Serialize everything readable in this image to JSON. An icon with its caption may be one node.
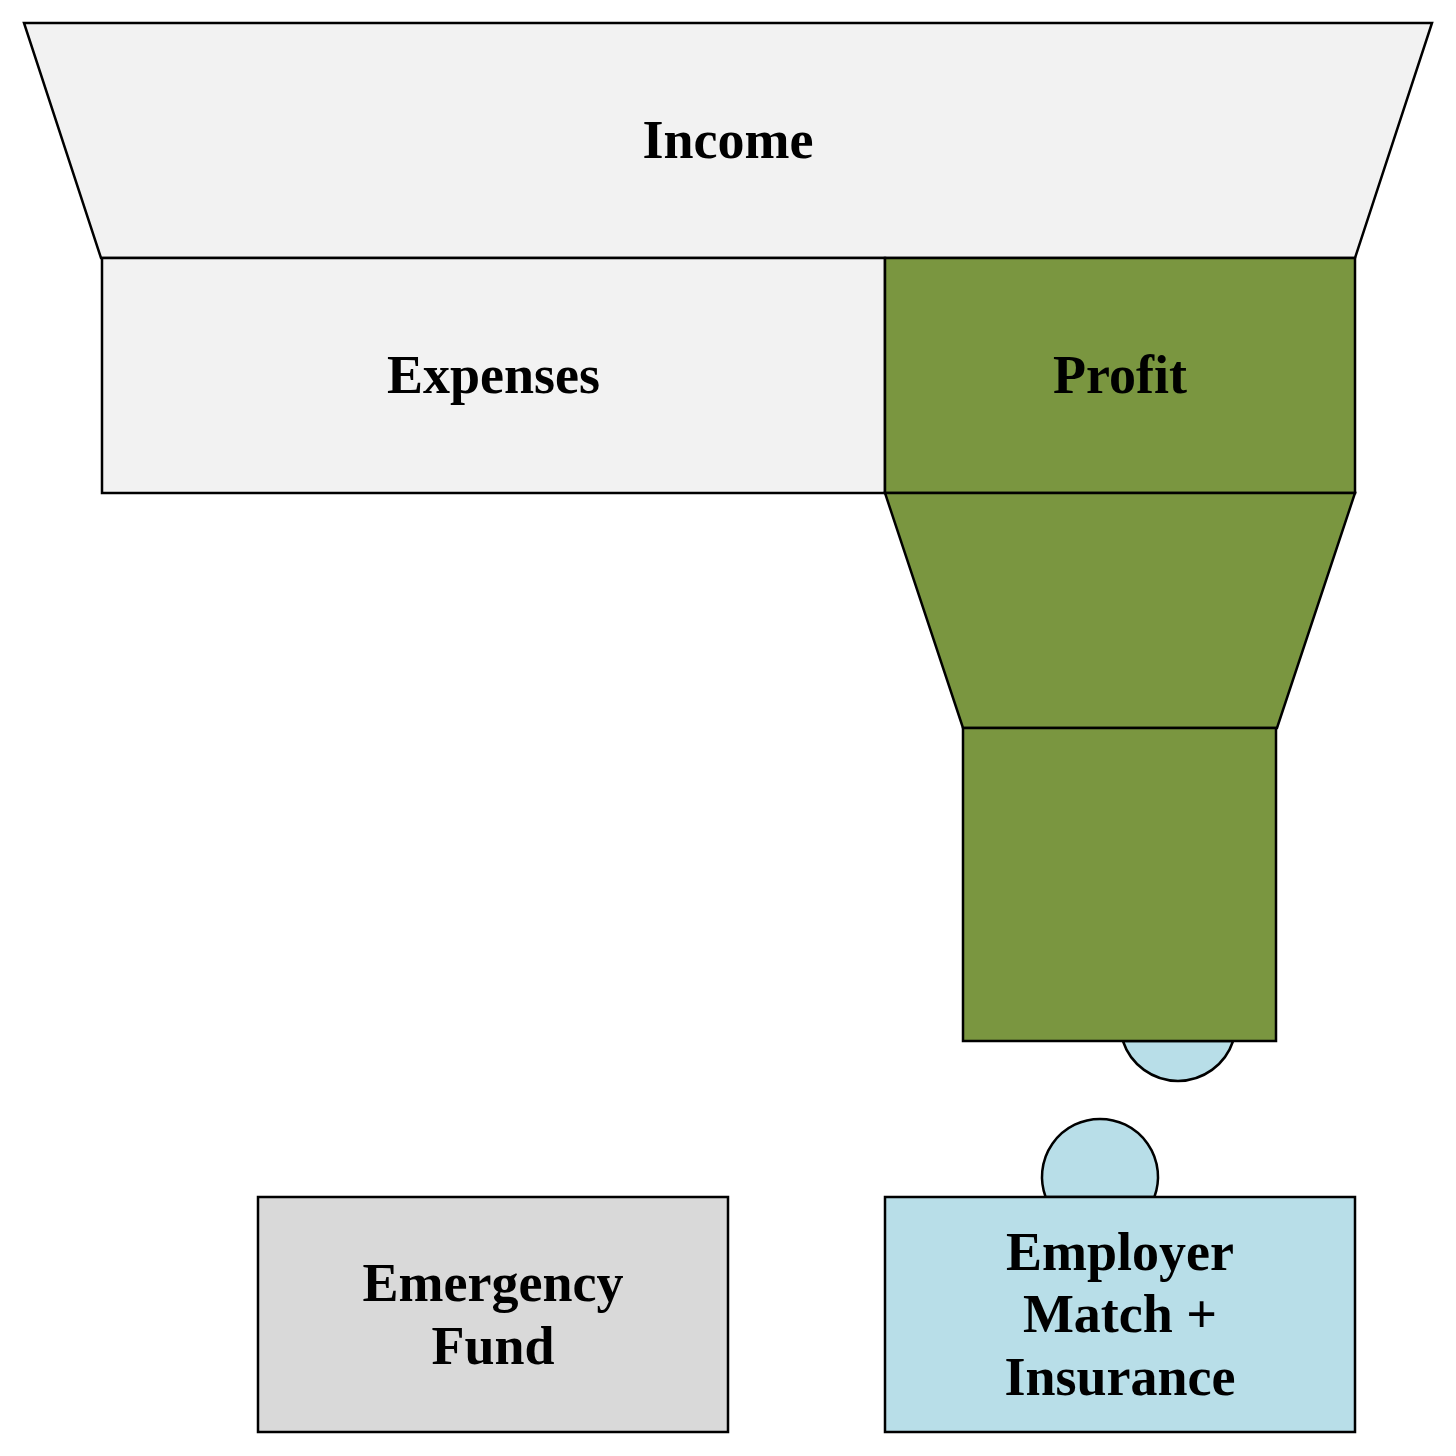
{
  "diagram": {
    "nodes": [
      {
        "text": [
          "Income"
        ]
      },
      {
        "text": [
          "Expenses"
        ]
      },
      {
        "text": [
          "Profit"
        ]
      },
      {
        "text": [],
        "shape": "trapezoid"
      },
      {
        "text": [],
        "shape": "box"
      },
      {
        "text": [],
        "shape": "semicircle"
      },
      {
        "text": [],
        "shape": "circle"
      },
      {
        "text": [
          "Emergency Fund"
        ]
      },
      {
        "text": [
          "Employer Match + Insurance"
        ]
      }
    ],
    "edges": []
  }
}
